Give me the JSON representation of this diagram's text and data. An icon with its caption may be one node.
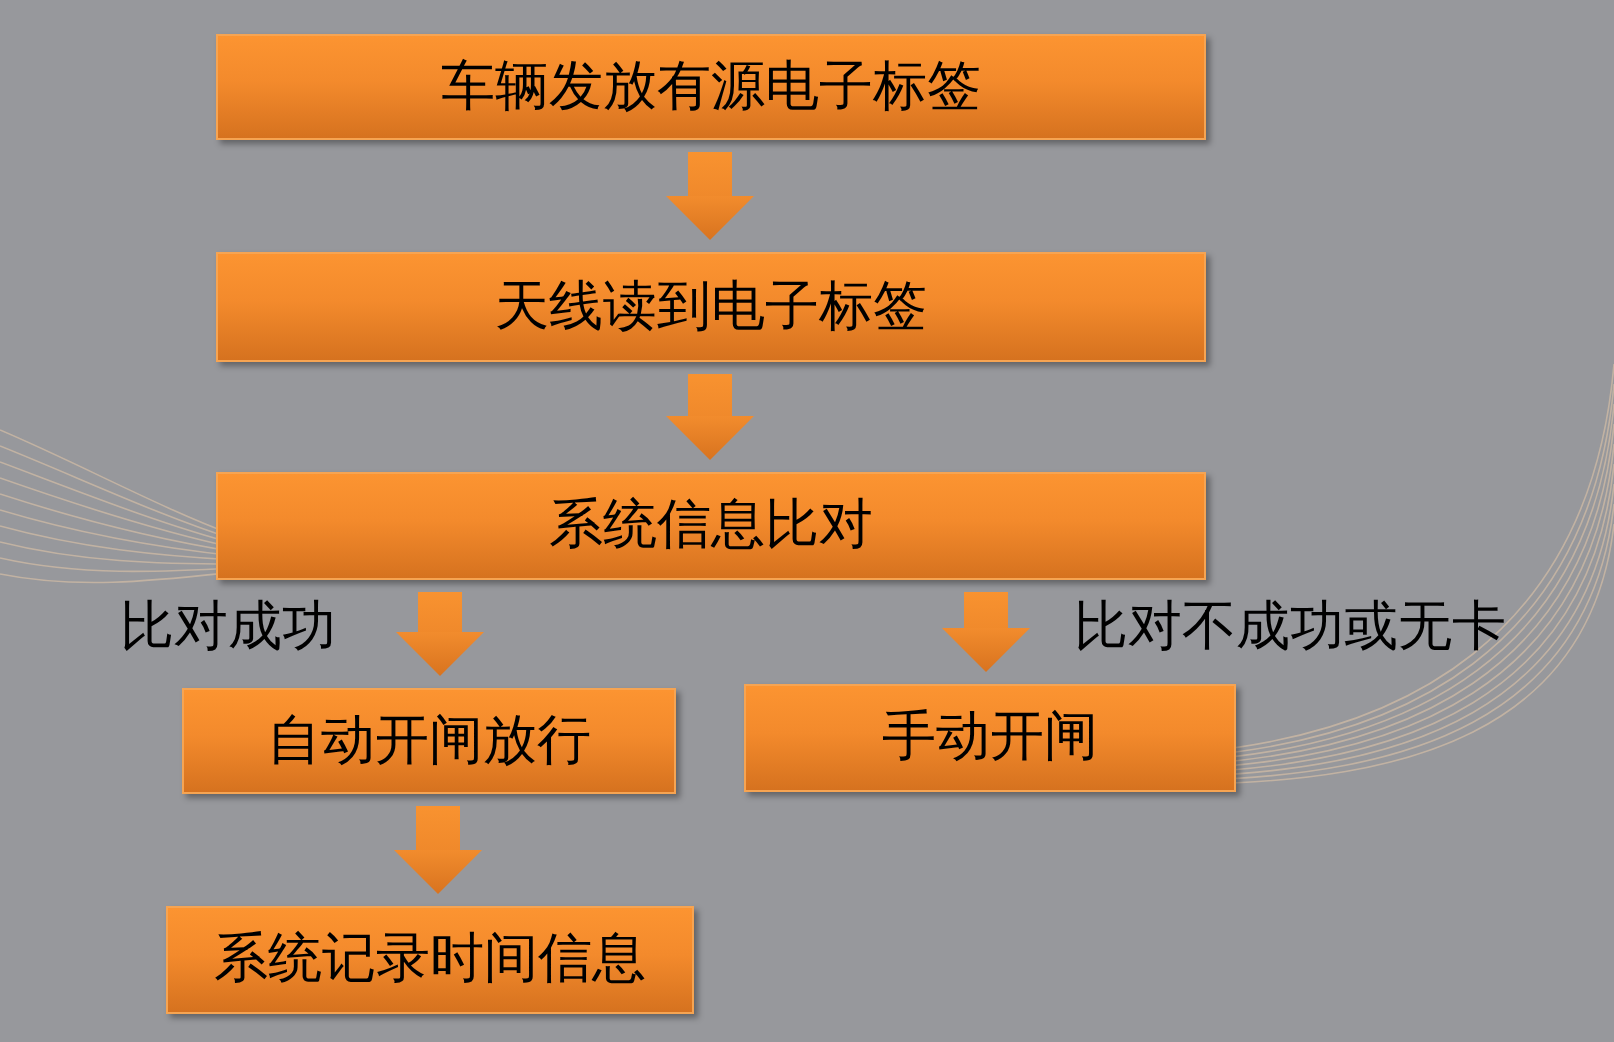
{
  "diagram": {
    "nodes": [
      {
        "text": [
          "车辆发放有源电子标签"
        ]
      },
      {
        "text": [
          "天线读到电子标签"
        ]
      },
      {
        "text": [
          "系统信息比对"
        ]
      },
      {
        "text": [
          "自动开闸放行"
        ]
      },
      {
        "text": [
          "手动开闸"
        ]
      },
      {
        "text": [
          "系统记录时间信息"
        ]
      }
    ],
    "edges": [
      {
        "from": 0,
        "to": 1,
        "arrow": "to"
      },
      {
        "from": 1,
        "to": 2,
        "arrow": "to"
      },
      {
        "from": 2,
        "to": 3,
        "arrow": "to",
        "label": "比对成功"
      },
      {
        "from": 2,
        "to": 4,
        "arrow": "to",
        "label": "比对不成功或无卡"
      },
      {
        "from": 3,
        "to": 5,
        "arrow": "to"
      }
    ]
  }
}
